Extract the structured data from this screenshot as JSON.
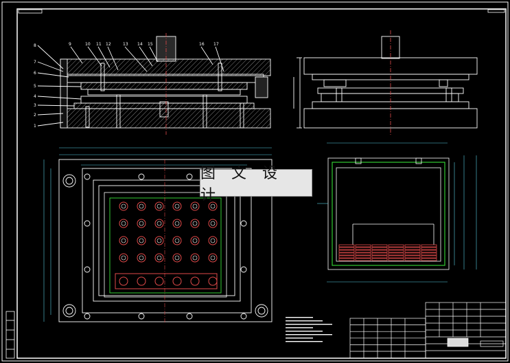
{
  "watermark": {
    "text": "图 文 设 计"
  },
  "sheet": {
    "background": "#000000",
    "line_color": "#ffffff",
    "accent_green": "#33cc33",
    "accent_red": "#e24a4a",
    "accent_cyan": "#5ad1e6"
  },
  "section_view": {
    "left_item_numbers": [
      "8",
      "7",
      "6",
      "5",
      "4",
      "3",
      "2",
      "1"
    ],
    "top_item_numbers": [
      "9",
      "10",
      "11",
      "12",
      "13",
      "14",
      "15",
      "16",
      "17"
    ]
  },
  "hole_pattern": {
    "rows": 4,
    "cols": 6,
    "red_rows": 1
  }
}
